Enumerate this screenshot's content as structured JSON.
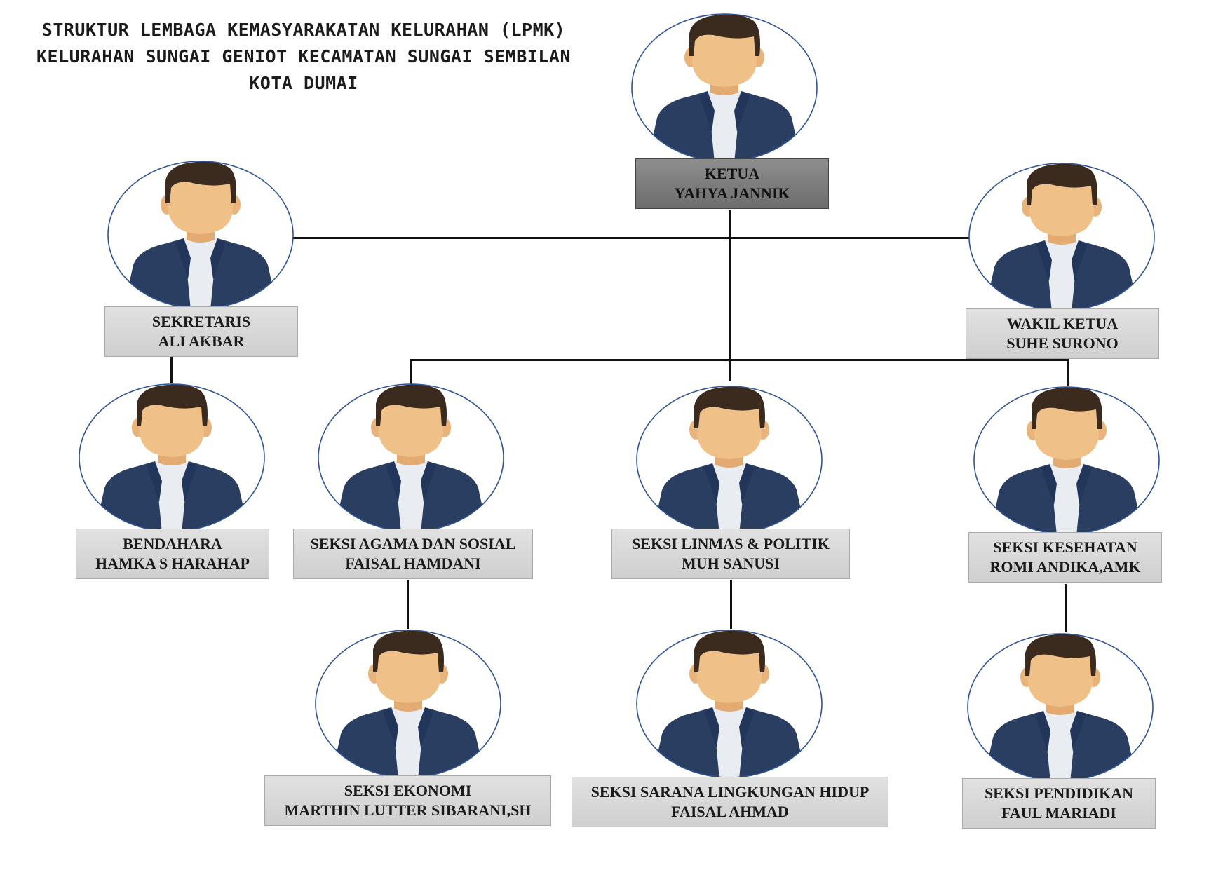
{
  "title": {
    "line1": "STRUKTUR LEMBAGA KEMASYARAKATAN KELURAHAN (LPMK)",
    "line2": "KELURAHAN SUNGAI GENIOT KECAMATAN SUNGAI SEMBILAN",
    "line3": "KOTA DUMAI"
  },
  "colors": {
    "accent_circle": "#2f5597",
    "suit": "#2a3e62",
    "skin": "#f0c089",
    "hair": "#3b2a1e",
    "shirt": "#e9edf1",
    "label_light": "#d6d6d6",
    "label_dark": "#7b7b7b",
    "connector": "#111111"
  },
  "avatar_icon": "person-avatar-icon",
  "positions": {
    "ketua": {
      "role": "KETUA",
      "name": "YAHYA JANNIK"
    },
    "sekretaris": {
      "role": "SEKRETARIS",
      "name": "ALI AKBAR"
    },
    "wakil_ketua": {
      "role": "WAKIL KETUA",
      "name": "SUHE SURONO"
    },
    "bendahara": {
      "role": "BENDAHARA",
      "name": "HAMKA S HARAHAP"
    },
    "agama": {
      "role": "SEKSI AGAMA DAN SOSIAL",
      "name": "FAISAL HAMDANI"
    },
    "linmas": {
      "role": "SEKSI LINMAS & POLITIK",
      "name": "MUH SANUSI"
    },
    "kesehatan": {
      "role": "SEKSI KESEHATAN",
      "name": "ROMI ANDIKA,AMK"
    },
    "ekonomi": {
      "role": "SEKSI EKONOMI",
      "name": "MARTHIN LUTTER SIBARANI,SH"
    },
    "sarana": {
      "role": "SEKSI SARANA LINGKUNGAN HIDUP",
      "name": "FAISAL AHMAD"
    },
    "pendidikan": {
      "role": "SEKSI PENDIDIKAN",
      "name": "FAUL MARIADI"
    }
  }
}
